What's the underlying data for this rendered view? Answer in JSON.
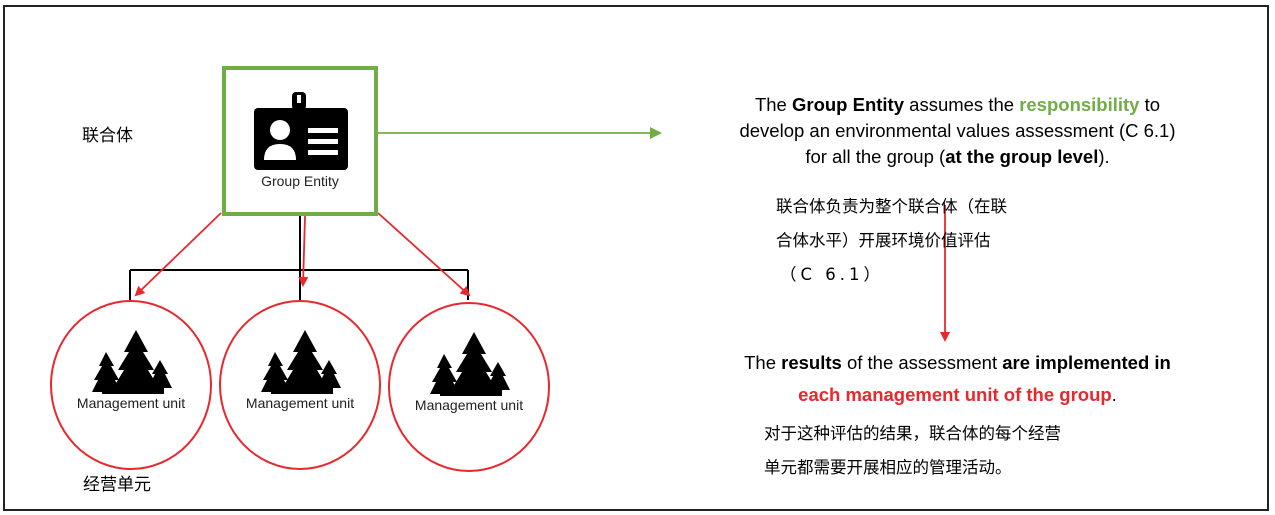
{
  "labels": {
    "lianhe_ti": "联合体",
    "jingying_danyuan": "经营单元"
  },
  "group_entity": {
    "label": "Group Entity",
    "icon": "id-badge-icon"
  },
  "management_units": [
    {
      "label": "Management unit",
      "icon": "forest-icon"
    },
    {
      "label": "Management unit",
      "icon": "forest-icon"
    },
    {
      "label": "Management unit",
      "icon": "forest-icon"
    }
  ],
  "responsibility_text": {
    "line1_pre": "The ",
    "line1_bold": "Group Entity",
    "line1_mid": " assumes the ",
    "line1_green": "responsibility",
    "line1_post": "  to",
    "line2": "develop an environmental  values assessment (C 6.1)",
    "line3_pre": "for all the group (",
    "line3_bold": "at the group level",
    "line3_post": ")."
  },
  "responsibility_zh": {
    "line1": "联合体负责为整个联合体（在联",
    "line2": "合体水平）开展环境价值评估",
    "line3": "（C 6.1）"
  },
  "results_text": {
    "line1_pre": "The ",
    "line1_bold_a": "results",
    "line1_mid": " of the assessment ",
    "line1_bold_b": "are implemented  in",
    "line2_red": "each management  unit of the group",
    "line2_post": "."
  },
  "results_zh": {
    "line1": "对于这种评估的结果，联合体的每个经营",
    "line2": "单元都需要开展相应的管理活动。"
  },
  "colors": {
    "green": "#70ad47",
    "red": "#e8282d",
    "black": "#000000"
  }
}
